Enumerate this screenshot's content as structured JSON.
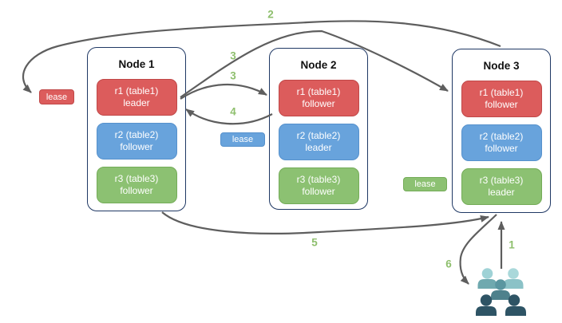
{
  "nodes": [
    {
      "title": "Node 1",
      "replicas": [
        {
          "name": "r1 (table1)",
          "role": "leader",
          "color": "#dc5c5c"
        },
        {
          "name": "r2 (table2)",
          "role": "follower",
          "color": "#68a3dc"
        },
        {
          "name": "r3 (table3)",
          "role": "follower",
          "color": "#8cc172"
        }
      ]
    },
    {
      "title": "Node 2",
      "replicas": [
        {
          "name": "r1 (table1)",
          "role": "follower",
          "color": "#dc5c5c"
        },
        {
          "name": "r2 (table2)",
          "role": "leader",
          "color": "#68a3dc"
        },
        {
          "name": "r3 (table3)",
          "role": "follower",
          "color": "#8cc172"
        }
      ]
    },
    {
      "title": "Node 3",
      "replicas": [
        {
          "name": "r1 (table1)",
          "role": "follower",
          "color": "#dc5c5c"
        },
        {
          "name": "r2 (table2)",
          "role": "follower",
          "color": "#68a3dc"
        },
        {
          "name": "r3 (table3)",
          "role": "leader",
          "color": "#8cc172"
        }
      ]
    }
  ],
  "leases": [
    {
      "label": "lease",
      "color": "#dc5c5c"
    },
    {
      "label": "lease",
      "color": "#68a3dc"
    },
    {
      "label": "lease",
      "color": "#8cc172"
    }
  ],
  "step_labels": {
    "s1": "1",
    "s2": "2",
    "s3_to_node2": "3",
    "s3_to_node3": "3",
    "s4": "4",
    "s5": "5",
    "s6": "6"
  },
  "icons": {
    "clients": "users-group-icon"
  },
  "colors": {
    "node_border": "#1f3864",
    "arrow": "#5e5e5e",
    "step_label": "#8ebf6d",
    "replica_red": "#dc5c5c",
    "replica_blue": "#68a3dc",
    "replica_green": "#8cc172",
    "people_palette": [
      "#9fd2d6",
      "#6fa9af",
      "#a9d8da",
      "#8bc2c7",
      "#5a96a0",
      "#4e818c",
      "#2e5465"
    ]
  }
}
